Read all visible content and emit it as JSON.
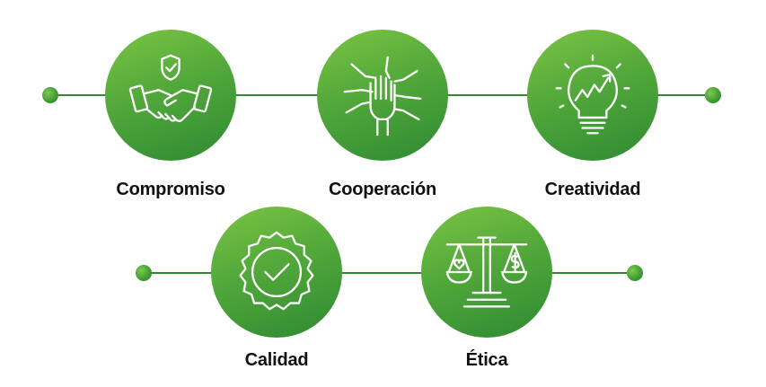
{
  "colors": {
    "accent": "#52a83a",
    "accent_dark": "#2e8a32",
    "accent_light": "#7cc444",
    "label": "#111111",
    "icon_stroke": "#ffffff"
  },
  "values": [
    {
      "label": "Compromiso",
      "icon": "handshake-icon"
    },
    {
      "label": "Cooperación",
      "icon": "stacked-hands-icon"
    },
    {
      "label": "Creatividad",
      "icon": "lightbulb-growth-icon"
    },
    {
      "label": "Calidad",
      "icon": "quality-badge-check-icon"
    },
    {
      "label": "Ética",
      "icon": "balance-scale-icon"
    }
  ]
}
